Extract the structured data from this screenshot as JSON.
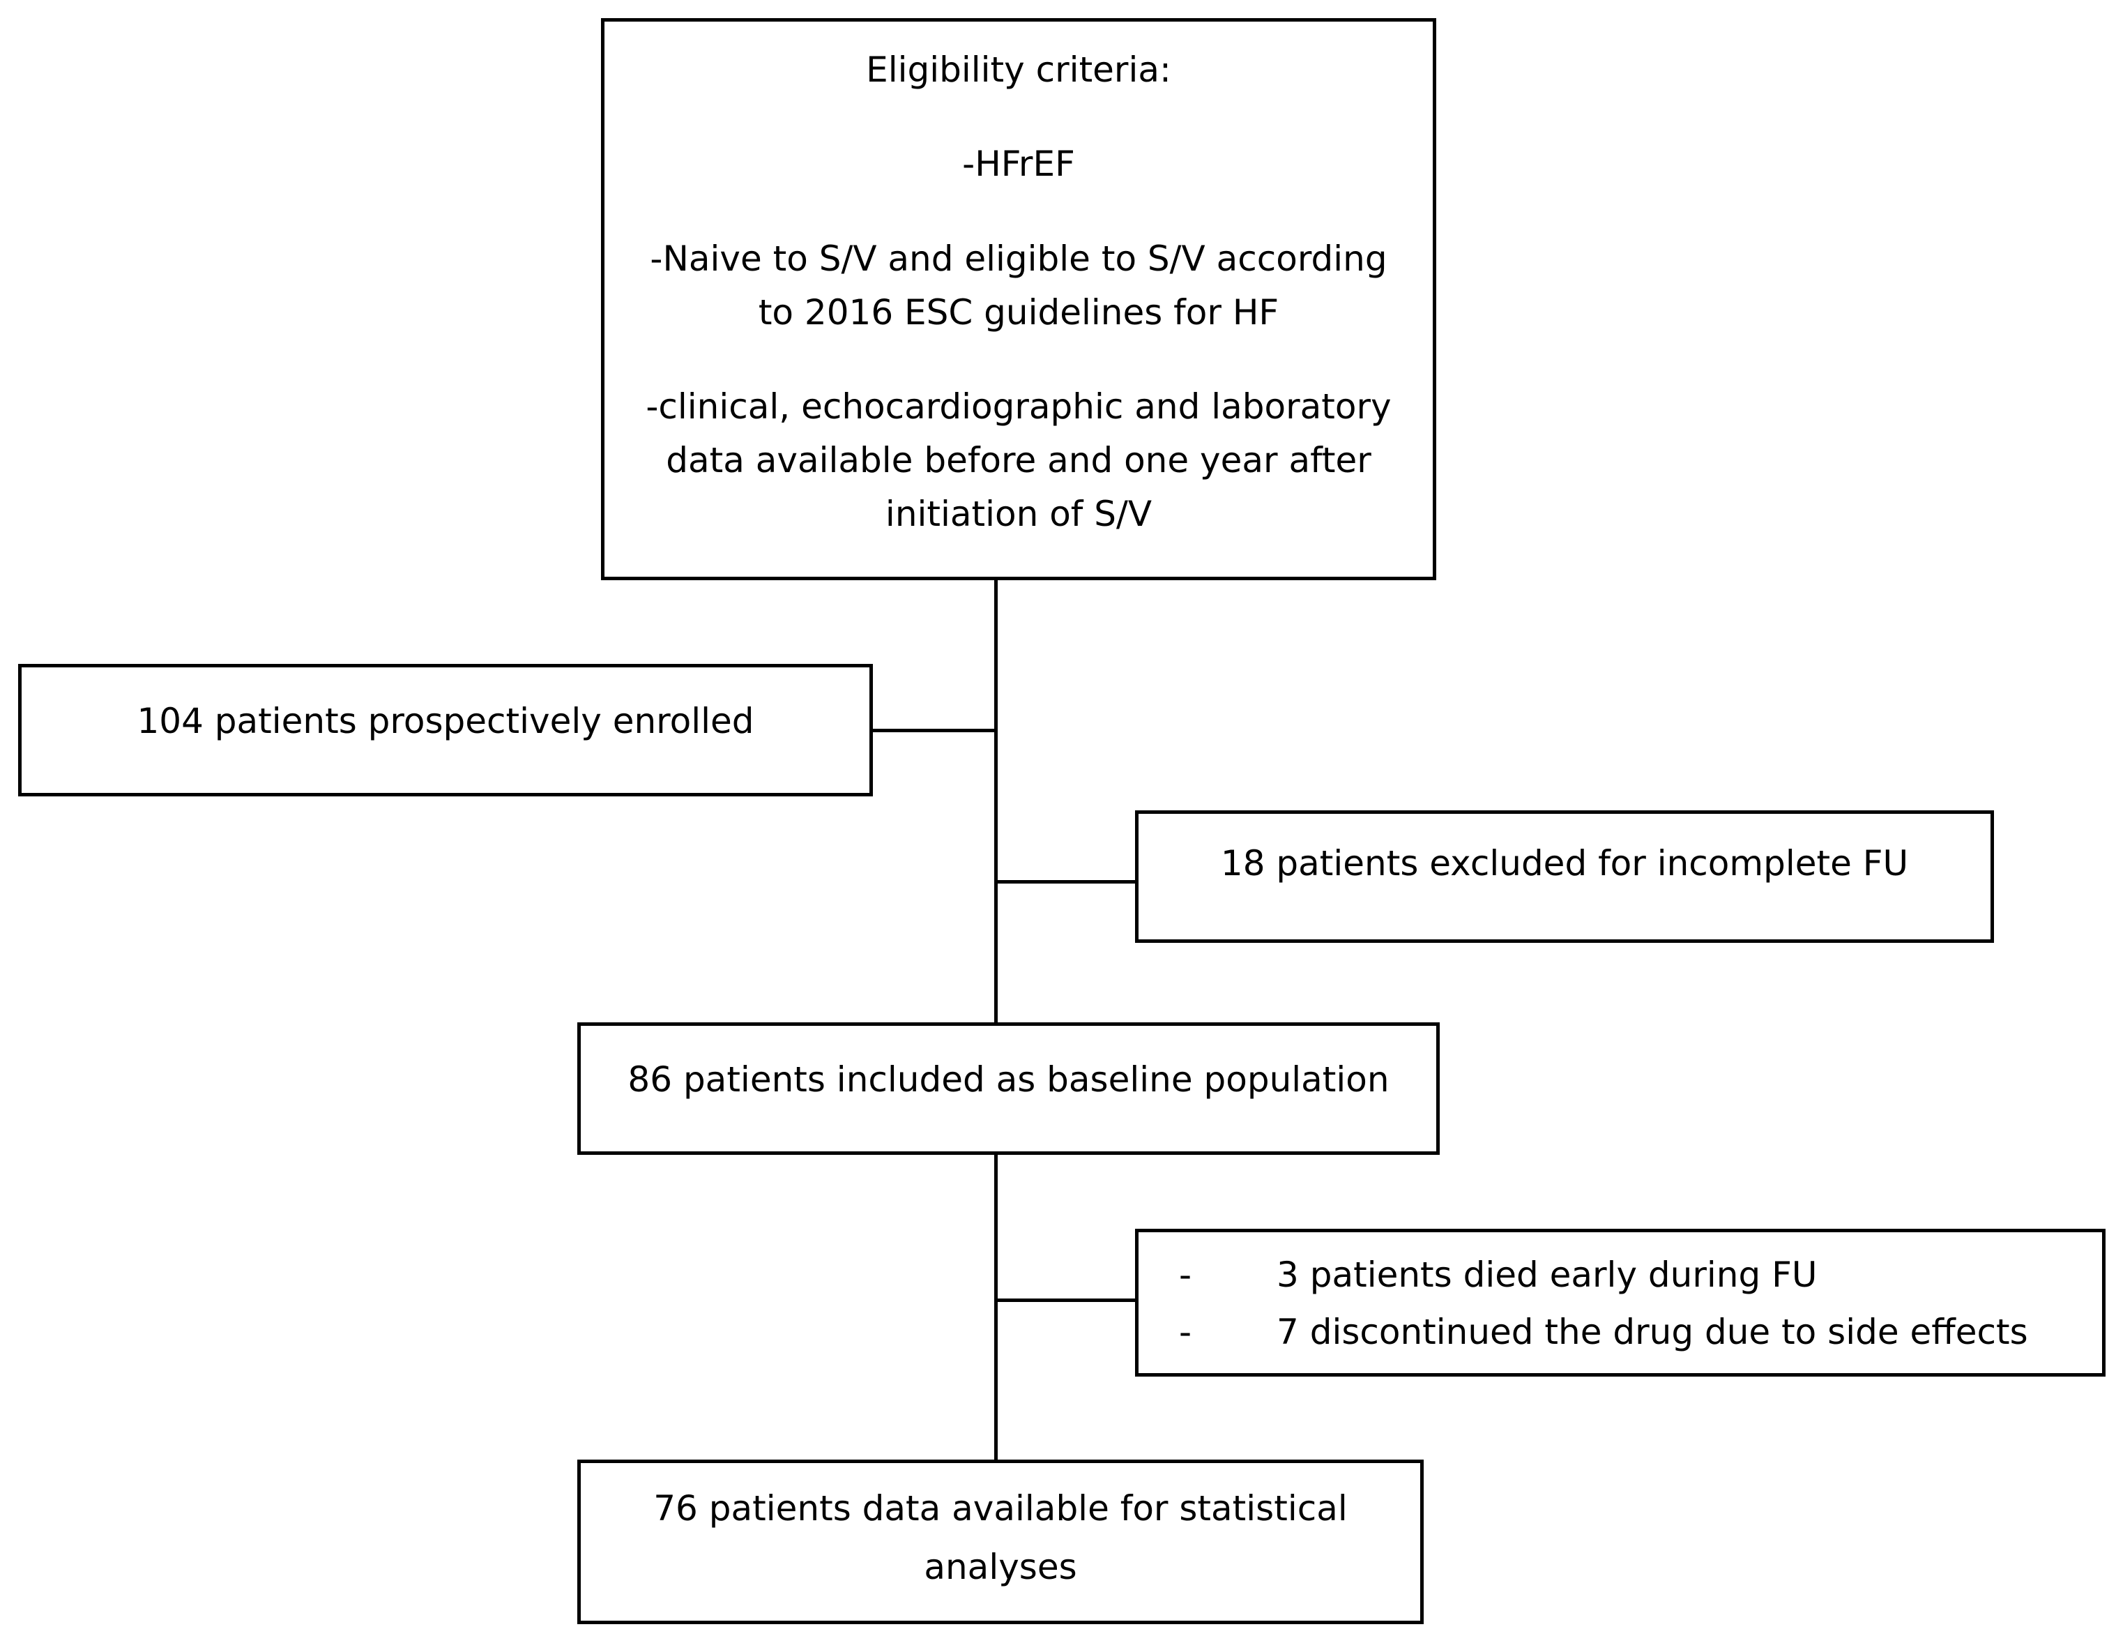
{
  "eligibility": {
    "title": "Eligibility criteria:",
    "criterion_1": "-HFrEF",
    "criterion_2_line1": "-Naive to S/V and eligible to S/V according",
    "criterion_2_line2": "to 2016 ESC guidelines for HF",
    "criterion_3_line1": "-clinical, echocardiographic and laboratory",
    "criterion_3_line2": "data available before and one year after",
    "criterion_3_line3": "initiation of S/V"
  },
  "enrolled": {
    "text": "104 patients prospectively enrolled"
  },
  "excluded": {
    "text": "18 patients excluded for incomplete FU"
  },
  "baseline": {
    "text": "86 patients included as baseline population"
  },
  "dropouts": {
    "items": [
      {
        "bullet": "-",
        "text": "3 patients died early during FU"
      },
      {
        "bullet": "-",
        "text": "7 discontinued the drug due to side effects"
      }
    ]
  },
  "final": {
    "line1": "76 patients data available for statistical",
    "line2": "analyses"
  }
}
